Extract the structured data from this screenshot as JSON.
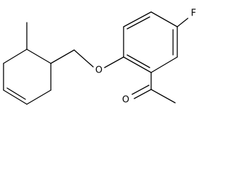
{
  "structure": {
    "atoms": {
      "fluorine": "F",
      "ether_oxygen": "O",
      "carbonyl_oxygen": "O"
    }
  }
}
